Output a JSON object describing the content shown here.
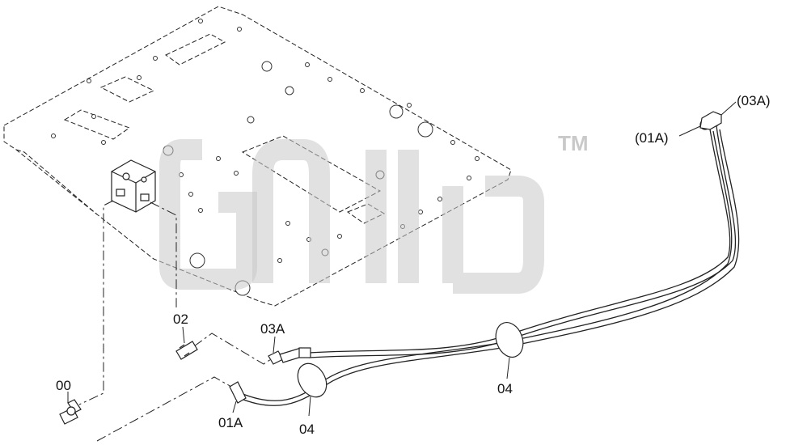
{
  "labels": {
    "p00": "00",
    "p01A": "01A",
    "p01A_top": "(01A)",
    "p02": "02",
    "p03A": "03A",
    "p03A_top": "(03A)",
    "p04_left": "04",
    "p04_right": "04"
  },
  "watermark": {
    "trademark": "TM",
    "color": "#c8c8c8"
  }
}
